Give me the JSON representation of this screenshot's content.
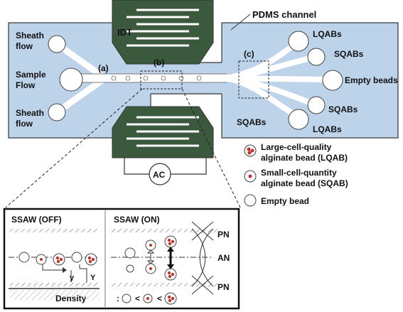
{
  "top": {
    "pdms_label": "PDMS channel",
    "idt_label": "IDT",
    "ac_label": "AC",
    "left_inlets": {
      "sheath_top": [
        "Sheath",
        "flow"
      ],
      "sample": [
        "Sample",
        "Flow"
      ],
      "sheath_bottom": [
        "Sheath",
        "flow"
      ]
    },
    "region_labels": {
      "a": "(a)",
      "b": "(b)",
      "c": "(c)"
    },
    "outlets": [
      "LQABs",
      "SQABs",
      "Empty beads",
      "SQABs",
      "LQABs"
    ],
    "sqabs_bottom": "SQABs"
  },
  "legend": [
    {
      "icon": "large-cell-bead",
      "lines": [
        "Large-cell-quality",
        "alginate bead (LQAB)"
      ]
    },
    {
      "icon": "small-cell-bead",
      "lines": [
        "Small-cell-quantity",
        "alginate bead (SQAB)"
      ]
    },
    {
      "icon": "empty-bead",
      "lines": [
        "Empty bead"
      ]
    }
  ],
  "inset": {
    "off_title": "SSAW (OFF)",
    "on_title": "SSAW (ON)",
    "pn_top": "PN",
    "an": "AN",
    "pn_bottom": "PN",
    "y_small": "y",
    "y_large": "Y",
    "density_label": "Density",
    "density_order": [
      ":",
      "<",
      "<"
    ]
  },
  "colors": {
    "chip": "#bcd3ea",
    "idt": "#3b5a3d",
    "bead_red": "#c0322a",
    "outline": "#333333"
  }
}
